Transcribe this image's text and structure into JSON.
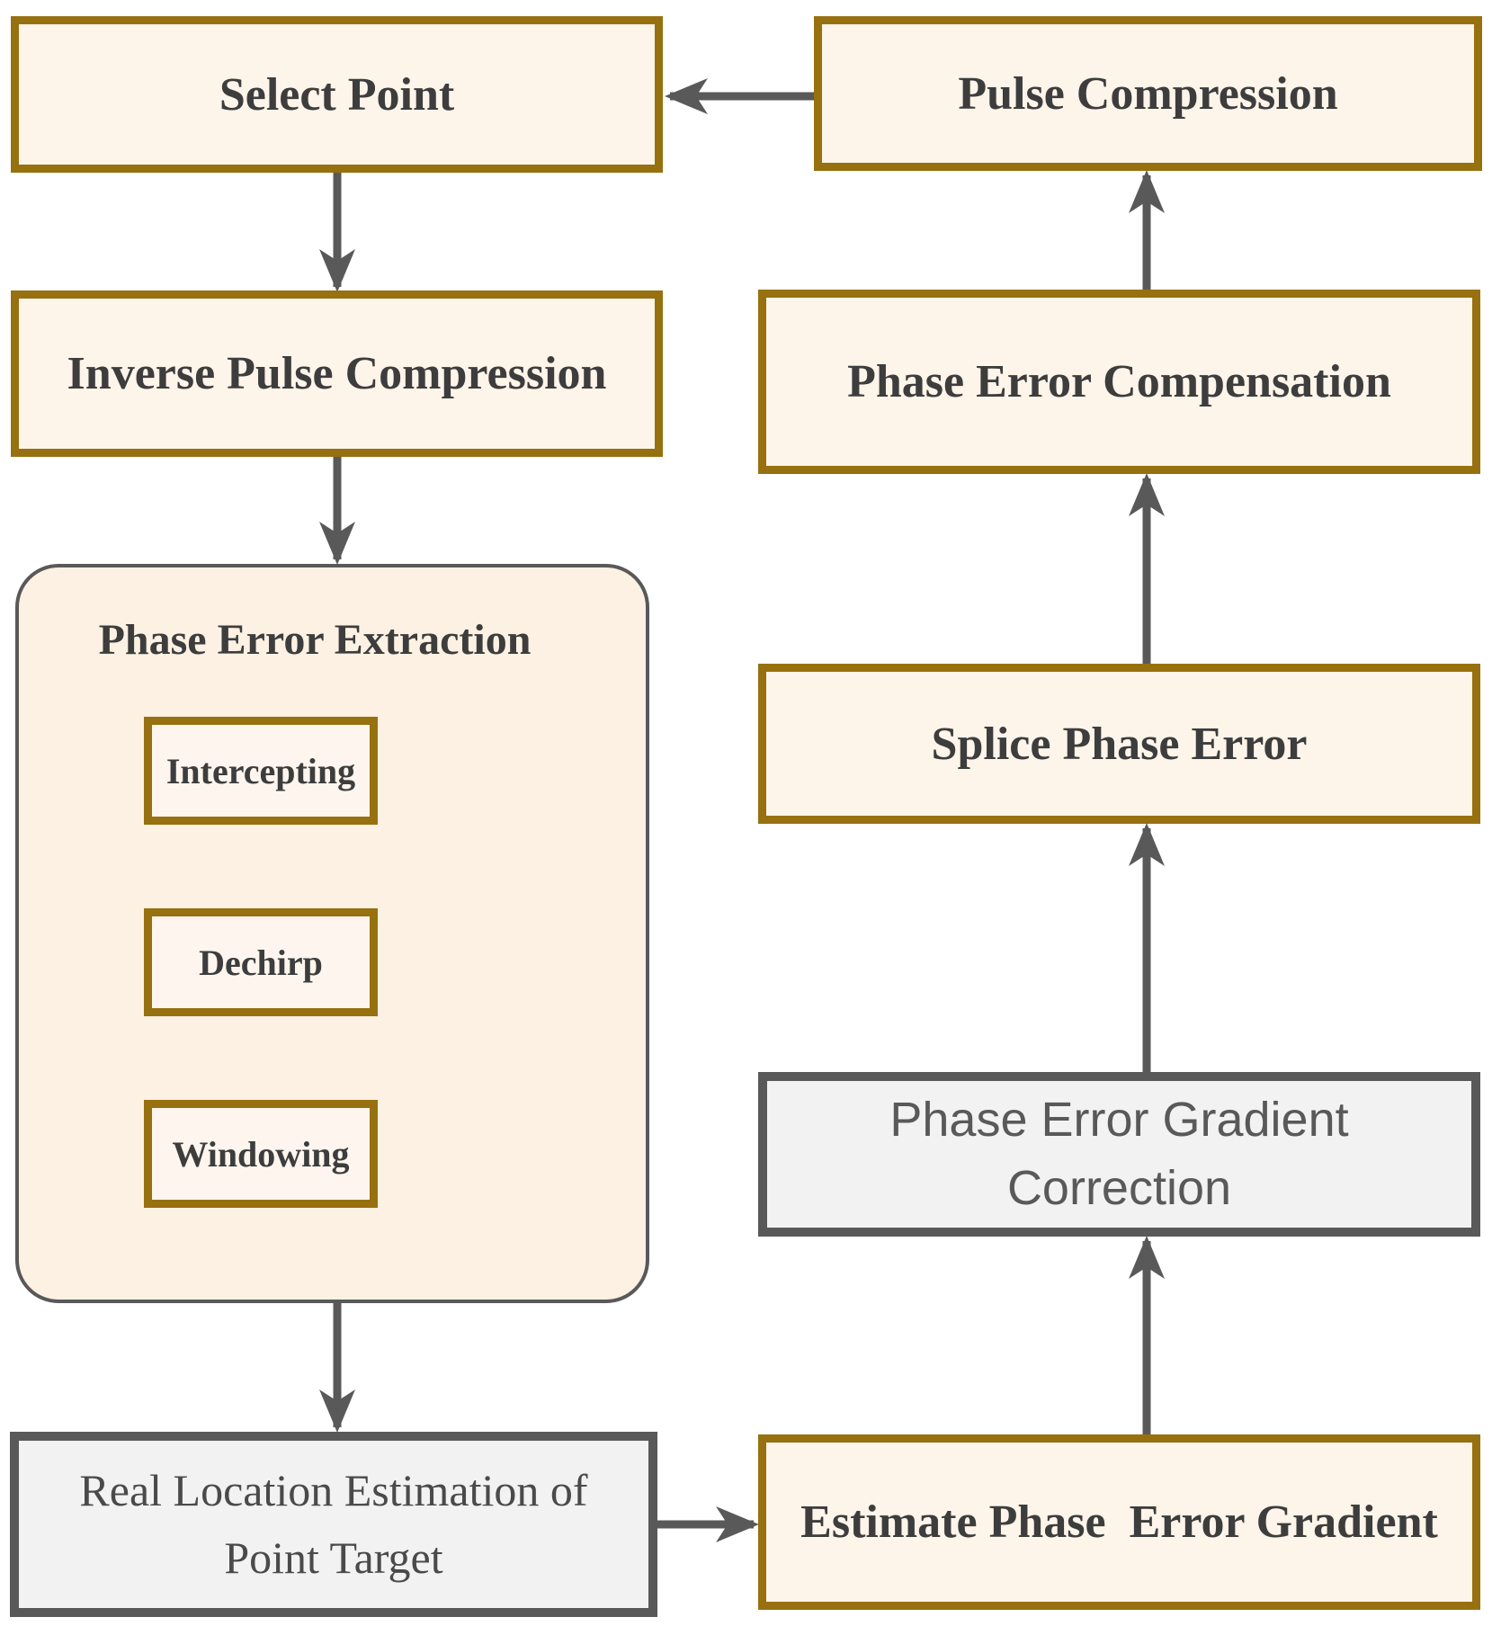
{
  "diagram": {
    "nodes": {
      "select_point": "Select Point",
      "inverse_pulse_compression": "Inverse Pulse Compression",
      "phase_error_extraction_title": "Phase Error Extraction",
      "intercepting": "Intercepting",
      "dechirp": "Dechirp",
      "windowing": "Windowing",
      "real_location_line1": "Real Location Estimation of",
      "real_location_line2": "Point Target",
      "estimate_gradient": "Estimate Phase  Error Gradient",
      "gradient_correction_line1": "Phase Error Gradient",
      "gradient_correction_line2": "Correction",
      "splice_phase_error": "Splice Phase Error",
      "phase_error_compensation": "Phase Error Compensation",
      "pulse_compression": "Pulse Compression"
    },
    "edges": [
      {
        "from": "select_point",
        "to": "inverse_pulse_compression"
      },
      {
        "from": "inverse_pulse_compression",
        "to": "phase_error_extraction"
      },
      {
        "from": "intercepting",
        "to": "dechirp"
      },
      {
        "from": "dechirp",
        "to": "windowing"
      },
      {
        "from": "phase_error_extraction",
        "to": "real_location_estimation"
      },
      {
        "from": "real_location_estimation",
        "to": "estimate_phase_error_gradient"
      },
      {
        "from": "estimate_phase_error_gradient",
        "to": "phase_error_gradient_correction"
      },
      {
        "from": "phase_error_gradient_correction",
        "to": "splice_phase_error"
      },
      {
        "from": "splice_phase_error",
        "to": "phase_error_compensation"
      },
      {
        "from": "phase_error_compensation",
        "to": "pulse_compression"
      },
      {
        "from": "pulse_compression",
        "to": "select_point"
      }
    ],
    "colors": {
      "node_fill": "#FDF4EA",
      "container_fill": "#FCF1E3",
      "gold_border": "#97700F",
      "gray_fill": "#F2F2F2",
      "gray_border": "#595959",
      "arrow": "#595959",
      "text": "#3D3D3D",
      "background": "#FFFFFF"
    }
  }
}
